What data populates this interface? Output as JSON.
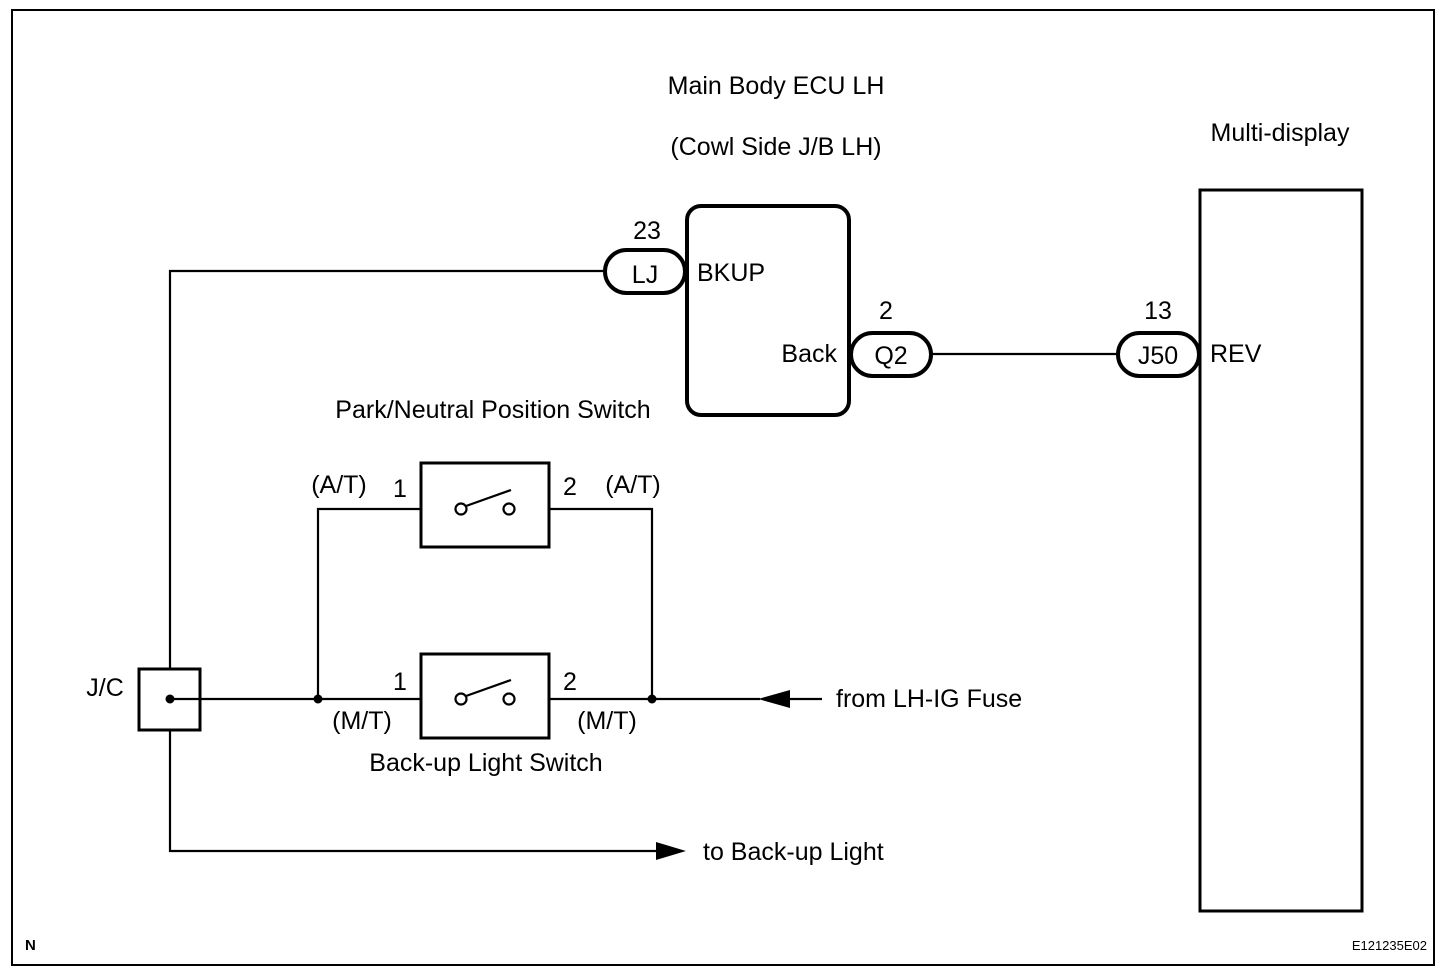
{
  "diagram": {
    "ecu": {
      "title": "Main Body ECU LH",
      "subtitle": "(Cowl Side J/B LH)",
      "pin_bkup": "BKUP",
      "pin_back": "Back"
    },
    "multi_display": {
      "title": "Multi-display",
      "pin_rev": "REV"
    },
    "connectors": {
      "lj": {
        "label": "LJ",
        "pin": "23"
      },
      "q2": {
        "label": "Q2",
        "pin": "2"
      },
      "j50": {
        "label": "J50",
        "pin": "13"
      }
    },
    "park_neutral_switch": {
      "title": "Park/Neutral Position Switch",
      "pin1": "1",
      "pin2": "2",
      "pin1_tag": "(A/T)",
      "pin2_tag": "(A/T)"
    },
    "backup_light_switch": {
      "title": "Back-up Light Switch",
      "pin1": "1",
      "pin2": "2",
      "pin1_tag": "(M/T)",
      "pin2_tag": "(M/T)"
    },
    "junction": {
      "label": "J/C"
    },
    "from_fuse": "from LH-IG Fuse",
    "to_backup_light": "to Back-up Light",
    "corner_left": "N",
    "corner_right": "E121235E02"
  },
  "colors": {
    "line": "#000000",
    "background": "#ffffff"
  }
}
